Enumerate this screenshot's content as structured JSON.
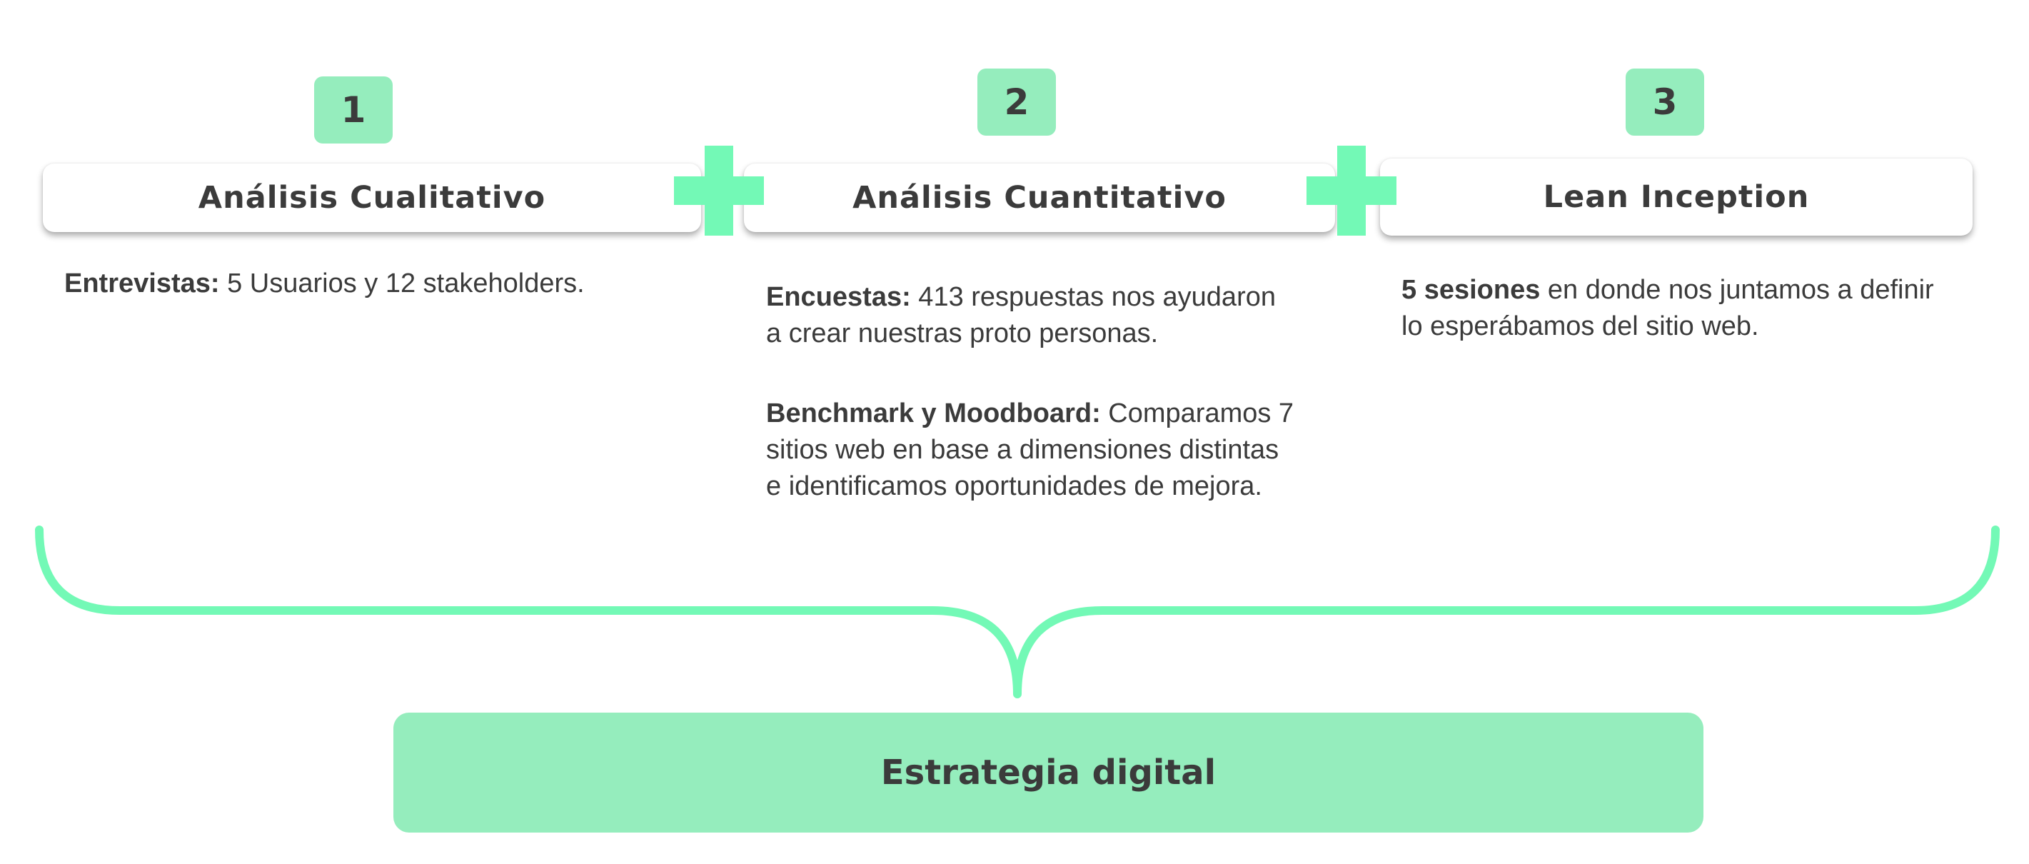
{
  "steps": [
    {
      "number": "1",
      "title": "Análisis Cualitativo",
      "paragraphs": [
        {
          "bold": "Entrevistas:",
          "text": " 5 Usuarios y 12 stakeholders."
        }
      ]
    },
    {
      "number": "2",
      "title": "Análisis Cuantitativo",
      "paragraphs": [
        {
          "bold": "Encuestas:",
          "text": " 413 respuestas nos ayudaron a crear nuestras proto personas."
        },
        {
          "bold": "Benchmark y Moodboard:",
          "text": " Comparamos 7 sitios web en base a dimensiones distintas e identificamos oportunidades de mejora."
        }
      ]
    },
    {
      "number": "3",
      "title": "Lean Inception",
      "paragraphs": [
        {
          "bold": "5 sesiones",
          "text": " en donde nos juntamos a definir lo esperábamos del sitio web."
        }
      ]
    }
  ],
  "result": {
    "label": "Estrategia digital"
  },
  "colors": {
    "accent": "#73f9b6",
    "badge": "#95edbd",
    "text": "#3b3b3b",
    "card": "#ffffff"
  }
}
